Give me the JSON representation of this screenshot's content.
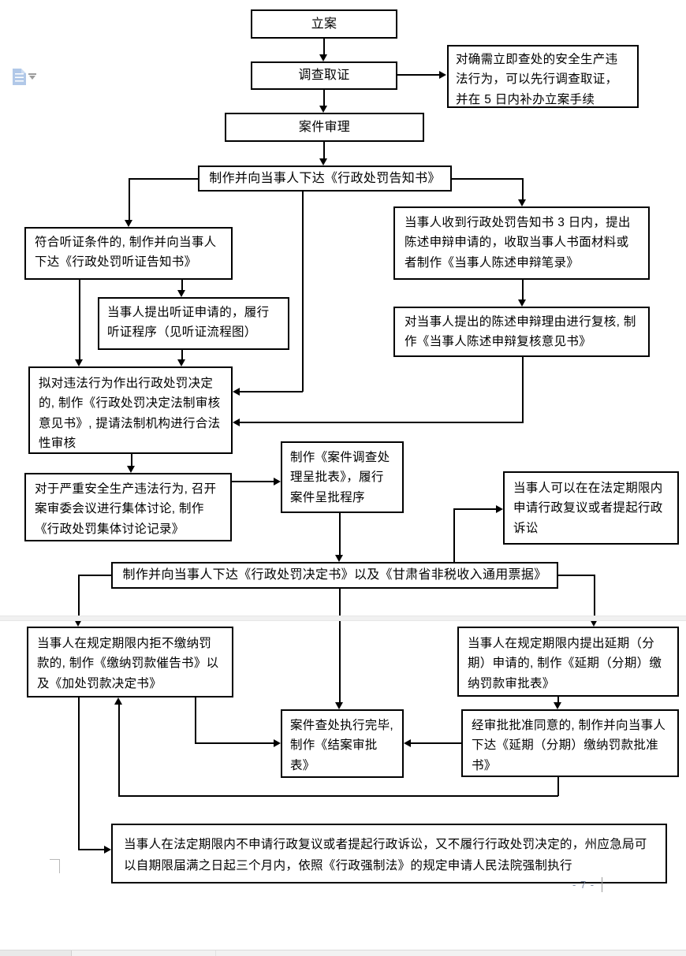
{
  "document": {
    "page_number": "- 7 -"
  },
  "flowchart": {
    "nodes": {
      "filing": "立案",
      "investigation": "调查取证",
      "immediate_note": "对确需立即查处的安全生产违法行为，可以先行调查取证，并在 5 日内补办立案手续",
      "case_review": "案件审理",
      "penalty_notice": "制作并向当事人下达《行政处罚告知书》",
      "hearing_notice": "符合听证条件的, 制作并向当事人下达《行政处罚听证告知书》",
      "hearing_procedure": "当事人提出听证申请的，履行听证程序（见听证流程图）",
      "statement_defense": "当事人收到行政处罚告知书 3 日内，提出陈述申辩申请的，收取当事人书面材料或者制作《当事人陈述申辩笔录》",
      "defense_review": "对当事人提出的陈述申辩理由进行复核, 制作《当事人陈述申辩复核意见书》",
      "legality_review": "拟对违法行为作出行政处罚决定的, 制作《行政处罚决定法制审核意见书》, 提请法制机构进行合法性审核",
      "collective_discussion": "对于严重安全生产违法行为, 召开案审委会议进行集体讨论, 制作《行政处罚集体讨论记录》",
      "case_approval": "制作《案件调查处理呈批表》，履行案件呈批程序",
      "reconsideration": "当事人可以在在法定期限内申请行政复议或者提起行政诉讼",
      "penalty_decision": "制作并向当事人下达《行政处罚决定书》以及《甘肃省非税收入通用票据》",
      "refuse_payment": "当事人在规定期限内拒不缴纳罚款的, 制作《缴纳罚款催告书》以及《加处罚款决定书》",
      "deferral_request": "当事人在规定期限内提出延期（分期）申请的, 制作《延期（分期）缴纳罚款审批表》",
      "case_closure": "案件查处执行完毕, 制作《结案审批表》",
      "deferral_approval": "经审批批准同意的, 制作并向当事人下达《延期（分期）缴纳罚款批准书》",
      "enforcement": "当事人在法定期限内不申请行政复议或者提起行政诉讼，又不履行行政处罚决定的，州应急局可以自期限届满之日起三个月内，依照《行政强制法》的规定申请人民法院强制执行"
    }
  }
}
